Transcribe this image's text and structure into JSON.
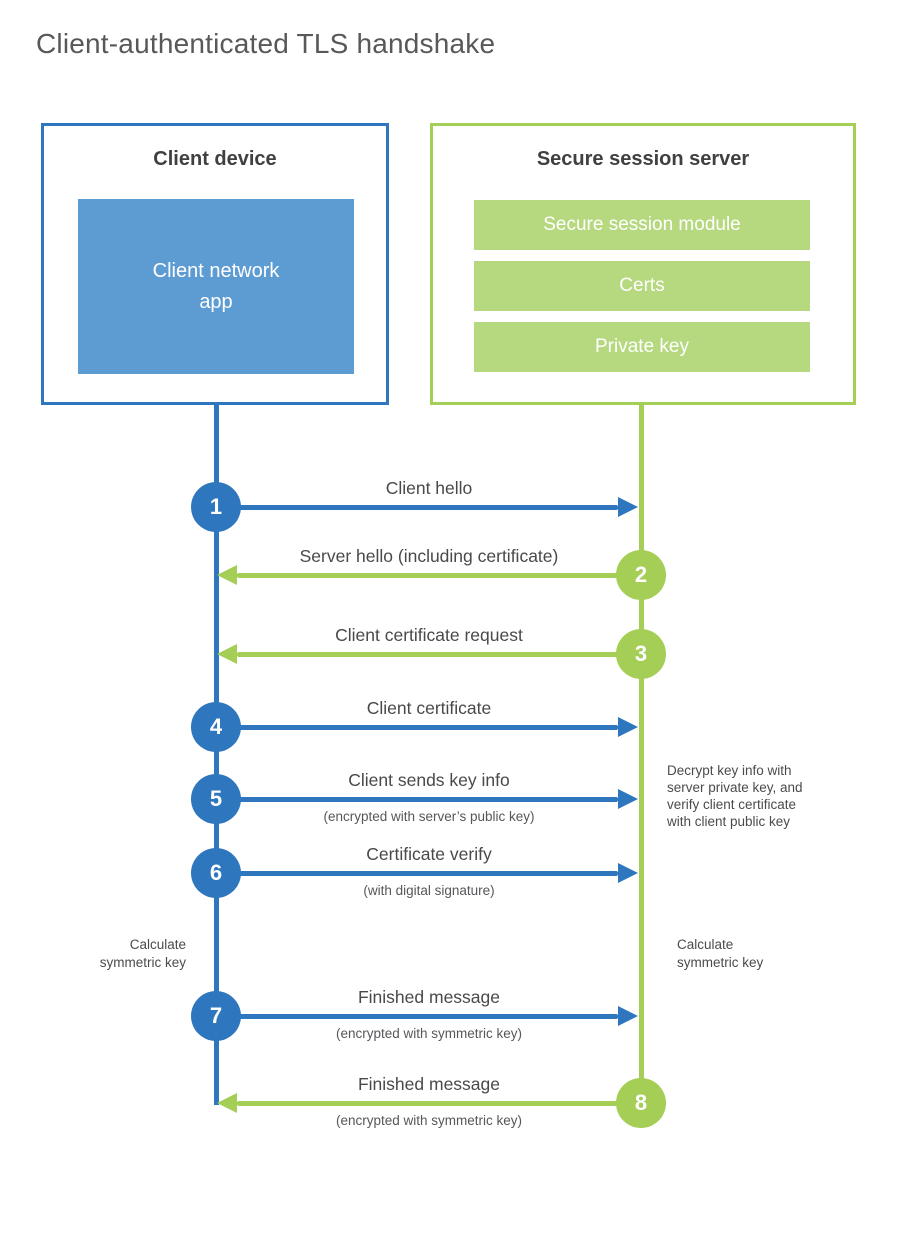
{
  "title": "Client-authenticated TLS handshake",
  "colors": {
    "blue": "#2e76bd",
    "blue_fill": "#5d9bd3",
    "green": "#a4ce55",
    "green_fill": "#b6d87f"
  },
  "client_box": {
    "title": "Client device",
    "app": "Client network\napp"
  },
  "server_box": {
    "title": "Secure session server",
    "modules": [
      "Secure session module",
      "Certs",
      "Private key"
    ]
  },
  "messages": [
    {
      "step": "1",
      "direction": "client-to-server",
      "label": "Client hello"
    },
    {
      "step": "2",
      "direction": "server-to-client",
      "label": "Server hello (including certificate)"
    },
    {
      "step": "3",
      "direction": "server-to-client",
      "label": "Client certificate request"
    },
    {
      "step": "4",
      "direction": "client-to-server",
      "label": "Client certificate"
    },
    {
      "step": "5",
      "direction": "client-to-server",
      "label": "Client sends key info",
      "sublabel": "(encrypted with server’s public key)"
    },
    {
      "step": "6",
      "direction": "client-to-server",
      "label": "Certificate verify",
      "sublabel": "(with digital signature)"
    },
    {
      "step": "7",
      "direction": "client-to-server",
      "label": "Finished message",
      "sublabel": "(encrypted with symmetric key)"
    },
    {
      "step": "8",
      "direction": "server-to-client",
      "label": "Finished message",
      "sublabel": "(encrypted with symmetric key)"
    }
  ],
  "notes": {
    "decrypt": "Decrypt key info with\nserver private key, and\nverify client certificate\nwith client public key",
    "calc_client": "Calculate\nsymmetric key",
    "calc_server": "Calculate\nsymmetric key"
  }
}
